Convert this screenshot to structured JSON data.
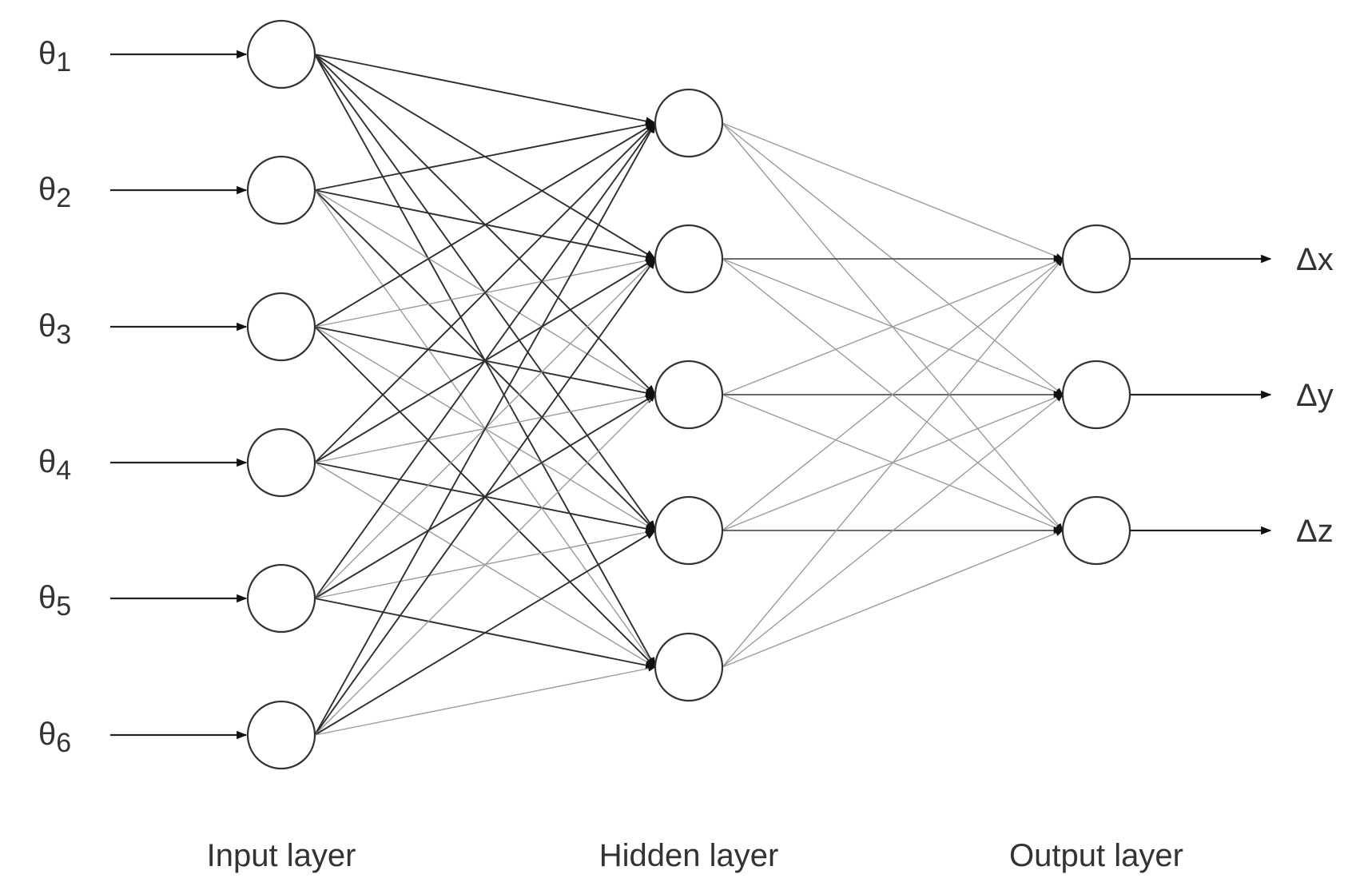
{
  "diagram": {
    "type": "neural-network",
    "layers": [
      {
        "name": "input",
        "label": "Input layer",
        "nodes": [
          {
            "symbol": "θ",
            "sub": "1"
          },
          {
            "symbol": "θ",
            "sub": "2"
          },
          {
            "symbol": "θ",
            "sub": "3"
          },
          {
            "symbol": "θ",
            "sub": "4"
          },
          {
            "symbol": "θ",
            "sub": "5"
          },
          {
            "symbol": "θ",
            "sub": "6"
          }
        ]
      },
      {
        "name": "hidden",
        "label": "Hidden layer",
        "node_count": 5
      },
      {
        "name": "output",
        "label": "Output layer",
        "nodes": [
          {
            "text": "Δx"
          },
          {
            "text": "Δy"
          },
          {
            "text": "Δz"
          }
        ]
      }
    ],
    "connectivity": "fully-connected",
    "colors": {
      "line_dark": "#2f2f2f",
      "line_light": "#9a9a9a",
      "node_fill": "#ffffff",
      "node_stroke": "#333333",
      "text": "#333333"
    }
  }
}
